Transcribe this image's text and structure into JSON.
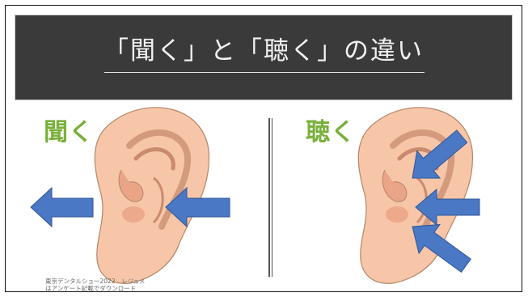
{
  "slide": {
    "title": "「聞く」と「聴く」の違い",
    "left_heading": "聞く",
    "right_heading": "聴く",
    "footnote_line1": "東京デンタルショー2022　レジュメ",
    "footnote_line2": "はアンケート記載でダウンロード"
  },
  "colors": {
    "title_background": "#3a3a3a",
    "heading_green": "#78b03a",
    "arrow_blue": "#4a78c4",
    "ear_skin": "#f7c6a8"
  },
  "icons": [
    "ear-left-icon",
    "ear-right-icon",
    "arrow-left-icon",
    "arrow-right-icon"
  ]
}
